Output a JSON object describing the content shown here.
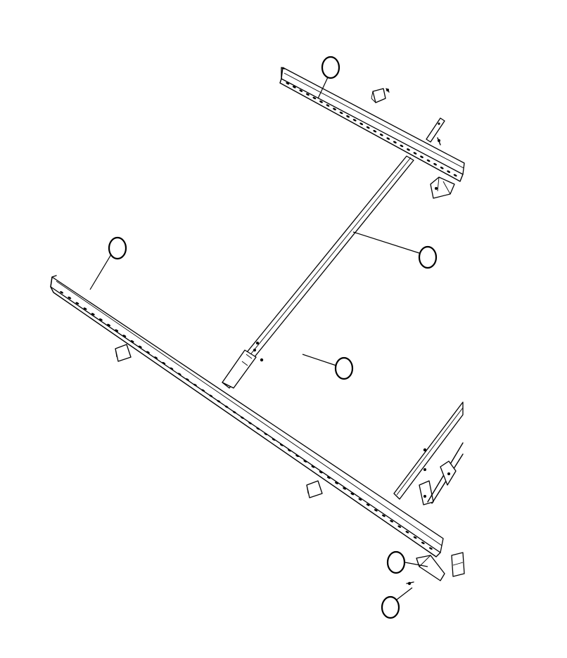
{
  "diagram": {
    "type": "exploded-parts-view",
    "background": "#ffffff",
    "line_color": "#000000",
    "callouts": [
      {
        "id": "callout-top-rail",
        "label": ""
      },
      {
        "id": "callout-long-rail",
        "label": ""
      },
      {
        "id": "callout-cross-member",
        "label": ""
      },
      {
        "id": "callout-center",
        "label": ""
      },
      {
        "id": "callout-end-bracket",
        "label": ""
      },
      {
        "id": "callout-bolt",
        "label": ""
      }
    ]
  }
}
